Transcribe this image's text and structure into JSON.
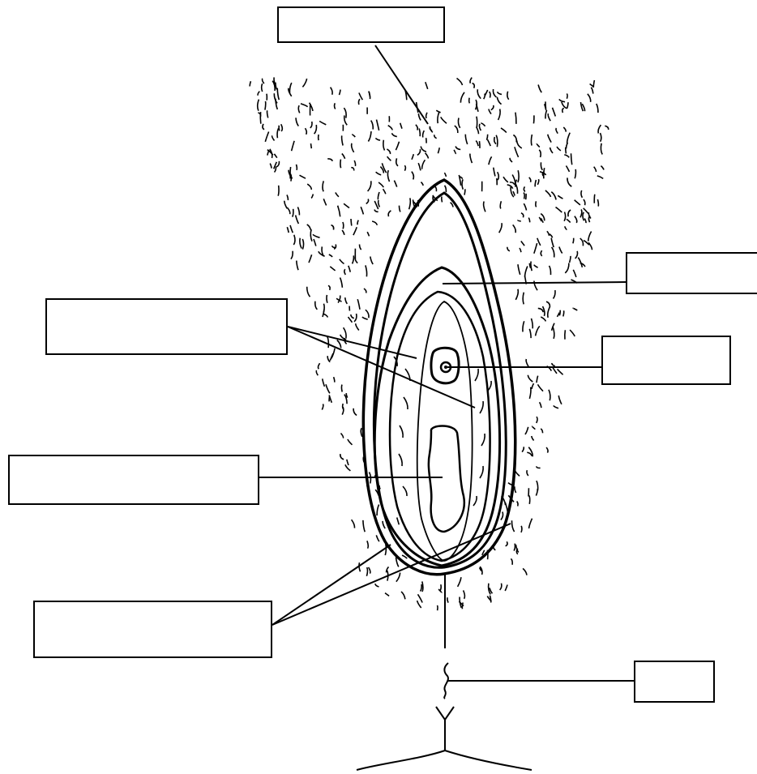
{
  "diagram": {
    "labels": [
      {
        "id": "top",
        "text": ""
      },
      {
        "id": "upper-right",
        "text": ""
      },
      {
        "id": "middle-right",
        "text": ""
      },
      {
        "id": "upper-left",
        "text": ""
      },
      {
        "id": "middle-left",
        "text": ""
      },
      {
        "id": "lower-left",
        "text": ""
      },
      {
        "id": "bottom-right",
        "text": ""
      }
    ],
    "colors": {
      "stroke": "#000000",
      "background": "#ffffff"
    }
  }
}
